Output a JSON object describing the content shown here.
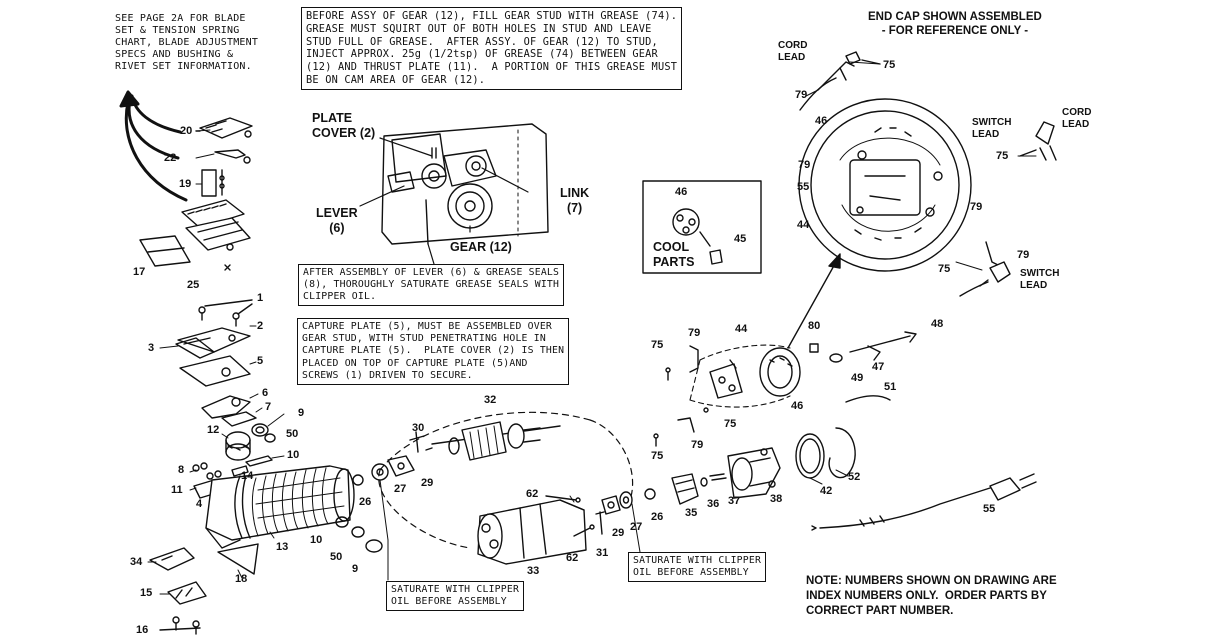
{
  "notes": {
    "blade_ref": "SEE PAGE 2A FOR BLADE\nSET & TENSION SPRING\nCHART, BLADE ADJUSTMENT\nSPECS AND BUSHING &\nRIVET SET INFORMATION.",
    "grease_note": "BEFORE ASSY OF GEAR (12), FILL GEAR STUD WITH GREASE (74).\nGREASE MUST SQUIRT OUT OF BOTH HOLES IN STUD AND LEAVE\nSTUD FULL OF GREASE.  AFTER ASSY. OF GEAR (12) TO STUD,\nINJECT APPROX. 25g (1/2tsp) OF GREASE (74) BETWEEN GEAR\n(12) AND THRUST PLATE (11).  A PORTION OF THIS GREASE MUST\nBE ON CAM AREA OF GEAR (12).",
    "end_cap_heading": "END CAP SHOWN ASSEMBLED\n- FOR REFERENCE ONLY -",
    "lever_note": "AFTER ASSEMBLY OF LEVER (6) & GREASE SEALS\n(8), THOROUGHLY SATURATE GREASE SEALS WITH\nCLIPPER OIL.",
    "capture_note": "CAPTURE PLATE (5), MUST BE ASSEMBLED OVER\nGEAR STUD, WITH STUD PENETRATING HOLE IN\nCAPTURE PLATE (5).  PLATE COVER (2) IS THEN\nPLACED ON TOP OF CAPTURE PLATE (5)AND\nSCREWS (1) DRIVEN TO SECURE.",
    "saturate_1": "SATURATE WITH CLIPPER\nOIL BEFORE ASSEMBLY",
    "saturate_2": "SATURATE WITH CLIPPER\nOIL BEFORE ASSEMBLY",
    "index_note": "NOTE: NUMBERS SHOWN ON DRAWING ARE\nINDEX NUMBERS ONLY.  ORDER PARTS BY\nCORRECT PART NUMBER."
  },
  "inset_labels": {
    "plate_cover": "PLATE\nCOVER (2)",
    "link": "LINK\n(7)",
    "lever": "LEVER\n(6)",
    "gear": "GEAR (12)",
    "cool_parts": "COOL\nPARTS",
    "cord_lead_top": "CORD\nLEAD",
    "switch_lead_top": "SWITCH\nLEAD",
    "cord_lead_right": "CORD\nLEAD",
    "switch_lead_bottom": "SWITCH\nLEAD"
  },
  "part_numbers": [
    {
      "id": "n20",
      "text": "20"
    },
    {
      "id": "n22",
      "text": "22"
    },
    {
      "id": "n19",
      "text": "19"
    },
    {
      "id": "n17",
      "text": "17"
    },
    {
      "id": "n25",
      "text": "25"
    },
    {
      "id": "n1",
      "text": "1"
    },
    {
      "id": "n2",
      "text": "2"
    },
    {
      "id": "n3",
      "text": "3"
    },
    {
      "id": "n5",
      "text": "5"
    },
    {
      "id": "n6",
      "text": "6"
    },
    {
      "id": "n7",
      "text": "7"
    },
    {
      "id": "n9a",
      "text": "9"
    },
    {
      "id": "n12",
      "text": "12"
    },
    {
      "id": "n50a",
      "text": "50"
    },
    {
      "id": "n10a",
      "text": "10"
    },
    {
      "id": "n8",
      "text": "8"
    },
    {
      "id": "n14",
      "text": "14"
    },
    {
      "id": "n11",
      "text": "11"
    },
    {
      "id": "n4",
      "text": "4"
    },
    {
      "id": "n13",
      "text": "13"
    },
    {
      "id": "n34",
      "text": "34"
    },
    {
      "id": "n18",
      "text": "18"
    },
    {
      "id": "n15",
      "text": "15"
    },
    {
      "id": "n16",
      "text": "16"
    },
    {
      "id": "n10b",
      "text": "10"
    },
    {
      "id": "n50b",
      "text": "50"
    },
    {
      "id": "n9b",
      "text": "9"
    },
    {
      "id": "n30",
      "text": "30"
    },
    {
      "id": "n26a",
      "text": "26"
    },
    {
      "id": "n27a",
      "text": "27"
    },
    {
      "id": "n29a",
      "text": "29"
    },
    {
      "id": "n32",
      "text": "32"
    },
    {
      "id": "n62a",
      "text": "62"
    },
    {
      "id": "n62b",
      "text": "62"
    },
    {
      "id": "n33",
      "text": "33"
    },
    {
      "id": "n31",
      "text": "31"
    },
    {
      "id": "n29b",
      "text": "29"
    },
    {
      "id": "n27b",
      "text": "27"
    },
    {
      "id": "n26b",
      "text": "26"
    },
    {
      "id": "n35",
      "text": "35"
    },
    {
      "id": "n36",
      "text": "36"
    },
    {
      "id": "n37",
      "text": "37"
    },
    {
      "id": "n38",
      "text": "38"
    },
    {
      "id": "n42",
      "text": "42"
    },
    {
      "id": "n52",
      "text": "52"
    },
    {
      "id": "n55b",
      "text": "55"
    },
    {
      "id": "n75a",
      "text": "75"
    },
    {
      "id": "n79a",
      "text": "79"
    },
    {
      "id": "n44a",
      "text": "44"
    },
    {
      "id": "n75b",
      "text": "75"
    },
    {
      "id": "n79b",
      "text": "79"
    },
    {
      "id": "n75c",
      "text": "75"
    },
    {
      "id": "n46a",
      "text": "46"
    },
    {
      "id": "n80",
      "text": "80"
    },
    {
      "id": "n48",
      "text": "48"
    },
    {
      "id": "n49",
      "text": "49"
    },
    {
      "id": "n47",
      "text": "47"
    },
    {
      "id": "n51",
      "text": "51"
    },
    {
      "id": "n46b",
      "text": "46"
    },
    {
      "id": "n45",
      "text": "45"
    },
    {
      "id": "n75d",
      "text": "75"
    },
    {
      "id": "n79c",
      "text": "79"
    },
    {
      "id": "n46c",
      "text": "46"
    },
    {
      "id": "n79d",
      "text": "79"
    },
    {
      "id": "n55a",
      "text": "55"
    },
    {
      "id": "n44b",
      "text": "44"
    },
    {
      "id": "n75e",
      "text": "75"
    },
    {
      "id": "n79e",
      "text": "79"
    },
    {
      "id": "n79f",
      "text": "79"
    },
    {
      "id": "n75f",
      "text": "75"
    }
  ]
}
